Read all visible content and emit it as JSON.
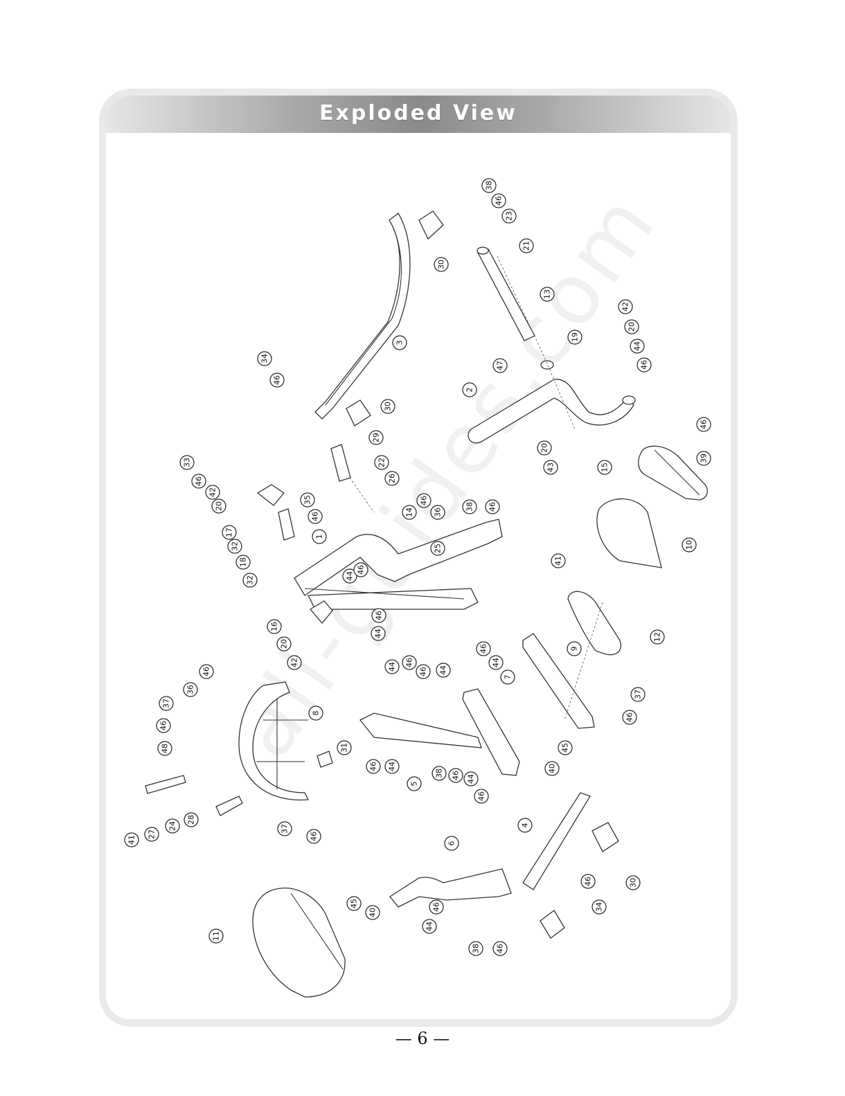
{
  "header": {
    "title": "Exploded View"
  },
  "watermark": "all-guides.com",
  "page_number": "— 6 —",
  "callouts": [
    {
      "id": "c38a",
      "label": "38"
    },
    {
      "id": "c46a",
      "label": "46"
    },
    {
      "id": "c23",
      "label": "23"
    },
    {
      "id": "c21",
      "label": "21"
    },
    {
      "id": "c30a",
      "label": "30"
    },
    {
      "id": "c13",
      "label": "13"
    },
    {
      "id": "c42a",
      "label": "42"
    },
    {
      "id": "c20a",
      "label": "20"
    },
    {
      "id": "c44a",
      "label": "44"
    },
    {
      "id": "c46b",
      "label": "46"
    },
    {
      "id": "c19",
      "label": "19"
    },
    {
      "id": "c47",
      "label": "47"
    },
    {
      "id": "c3",
      "label": "3"
    },
    {
      "id": "c34a",
      "label": "34"
    },
    {
      "id": "c46c",
      "label": "46"
    },
    {
      "id": "c2",
      "label": "2"
    },
    {
      "id": "c30b",
      "label": "30"
    },
    {
      "id": "c46d",
      "label": "46"
    },
    {
      "id": "c39",
      "label": "39"
    },
    {
      "id": "c20b",
      "label": "20"
    },
    {
      "id": "c43",
      "label": "43"
    },
    {
      "id": "c29",
      "label": "29"
    },
    {
      "id": "c33",
      "label": "33"
    },
    {
      "id": "c46e",
      "label": "46"
    },
    {
      "id": "c22",
      "label": "22"
    },
    {
      "id": "c42b",
      "label": "42"
    },
    {
      "id": "c26",
      "label": "26"
    },
    {
      "id": "c15",
      "label": "15"
    },
    {
      "id": "c20c",
      "label": "20"
    },
    {
      "id": "c35",
      "label": "35"
    },
    {
      "id": "c46f",
      "label": "46"
    },
    {
      "id": "c36a",
      "label": "36"
    },
    {
      "id": "c38b",
      "label": "38"
    },
    {
      "id": "c46g",
      "label": "46"
    },
    {
      "id": "c46h",
      "label": "46"
    },
    {
      "id": "c14",
      "label": "14"
    },
    {
      "id": "c17",
      "label": "17"
    },
    {
      "id": "c32a",
      "label": "32"
    },
    {
      "id": "c1",
      "label": "1"
    },
    {
      "id": "c25",
      "label": "25"
    },
    {
      "id": "c41a",
      "label": "41"
    },
    {
      "id": "c10",
      "label": "10"
    },
    {
      "id": "c18",
      "label": "18"
    },
    {
      "id": "c44b",
      "label": "44"
    },
    {
      "id": "c46i",
      "label": "46"
    },
    {
      "id": "c32b",
      "label": "32"
    },
    {
      "id": "c16",
      "label": "16"
    },
    {
      "id": "c46j",
      "label": "46"
    },
    {
      "id": "c44c",
      "label": "44"
    },
    {
      "id": "c20d",
      "label": "20"
    },
    {
      "id": "c42c",
      "label": "42"
    },
    {
      "id": "c12",
      "label": "12"
    },
    {
      "id": "c44d",
      "label": "44"
    },
    {
      "id": "c46k",
      "label": "46"
    },
    {
      "id": "c46l",
      "label": "46"
    },
    {
      "id": "c44e",
      "label": "44"
    },
    {
      "id": "c9",
      "label": "9"
    },
    {
      "id": "c46m",
      "label": "46"
    },
    {
      "id": "c44f",
      "label": "44"
    },
    {
      "id": "c7",
      "label": "7"
    },
    {
      "id": "c46n",
      "label": "46"
    },
    {
      "id": "c36b",
      "label": "36"
    },
    {
      "id": "c37a",
      "label": "37"
    },
    {
      "id": "c8",
      "label": "8"
    },
    {
      "id": "c37b",
      "label": "37"
    },
    {
      "id": "c46o",
      "label": "46"
    },
    {
      "id": "c46p",
      "label": "46"
    },
    {
      "id": "c48",
      "label": "48"
    },
    {
      "id": "c31",
      "label": "31"
    },
    {
      "id": "c46q",
      "label": "46"
    },
    {
      "id": "c44g",
      "label": "44"
    },
    {
      "id": "c45a",
      "label": "45"
    },
    {
      "id": "c5",
      "label": "5"
    },
    {
      "id": "c38c",
      "label": "38"
    },
    {
      "id": "c46r",
      "label": "46"
    },
    {
      "id": "c44h",
      "label": "44"
    },
    {
      "id": "c40a",
      "label": "40"
    },
    {
      "id": "c46s",
      "label": "46"
    },
    {
      "id": "c41b",
      "label": "41"
    },
    {
      "id": "c27",
      "label": "27"
    },
    {
      "id": "c24",
      "label": "24"
    },
    {
      "id": "c28",
      "label": "28"
    },
    {
      "id": "c37c",
      "label": "37"
    },
    {
      "id": "c46t",
      "label": "46"
    },
    {
      "id": "c4",
      "label": "4"
    },
    {
      "id": "c6",
      "label": "6"
    },
    {
      "id": "c30c",
      "label": "30"
    },
    {
      "id": "c46u",
      "label": "46"
    },
    {
      "id": "c34b",
      "label": "34"
    },
    {
      "id": "c45b",
      "label": "45"
    },
    {
      "id": "c40b",
      "label": "40"
    },
    {
      "id": "c46v",
      "label": "46"
    },
    {
      "id": "c44i",
      "label": "44"
    },
    {
      "id": "c11",
      "label": "11"
    },
    {
      "id": "c38d",
      "label": "38"
    },
    {
      "id": "c46w",
      "label": "46"
    }
  ]
}
